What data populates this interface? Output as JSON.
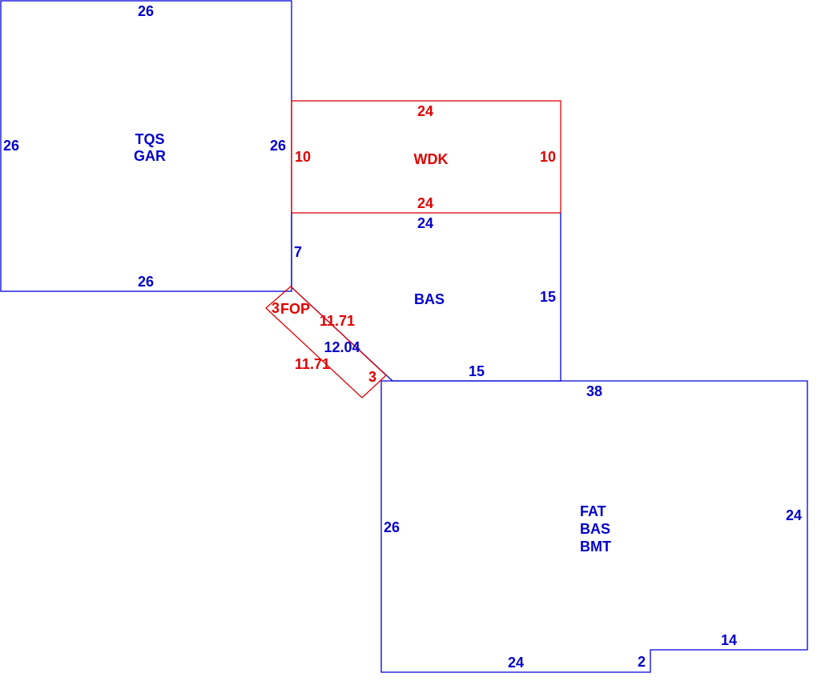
{
  "colors": {
    "blue": "#0000cc",
    "red": "#e00000"
  },
  "garage": {
    "codes": [
      "TQS",
      "GAR"
    ],
    "top": "26",
    "left": "26",
    "right": "26",
    "bottom": "26"
  },
  "wdk": {
    "code": "WDK",
    "top": "24",
    "left": "10",
    "right": "10",
    "bottom": "24"
  },
  "bas": {
    "code": "BAS",
    "top": "24",
    "left": "7",
    "right": "15",
    "bottom": "15",
    "diagonal": "12.04"
  },
  "fop": {
    "code": "FOP",
    "left": "3",
    "top": "11.71",
    "bottom": "11.71",
    "right": "3"
  },
  "main": {
    "codes": [
      "FAT",
      "BAS",
      "BMT"
    ],
    "top": "38",
    "left": "26",
    "right": "24",
    "bottom": "24",
    "step": "2",
    "bottom_right": "14"
  }
}
